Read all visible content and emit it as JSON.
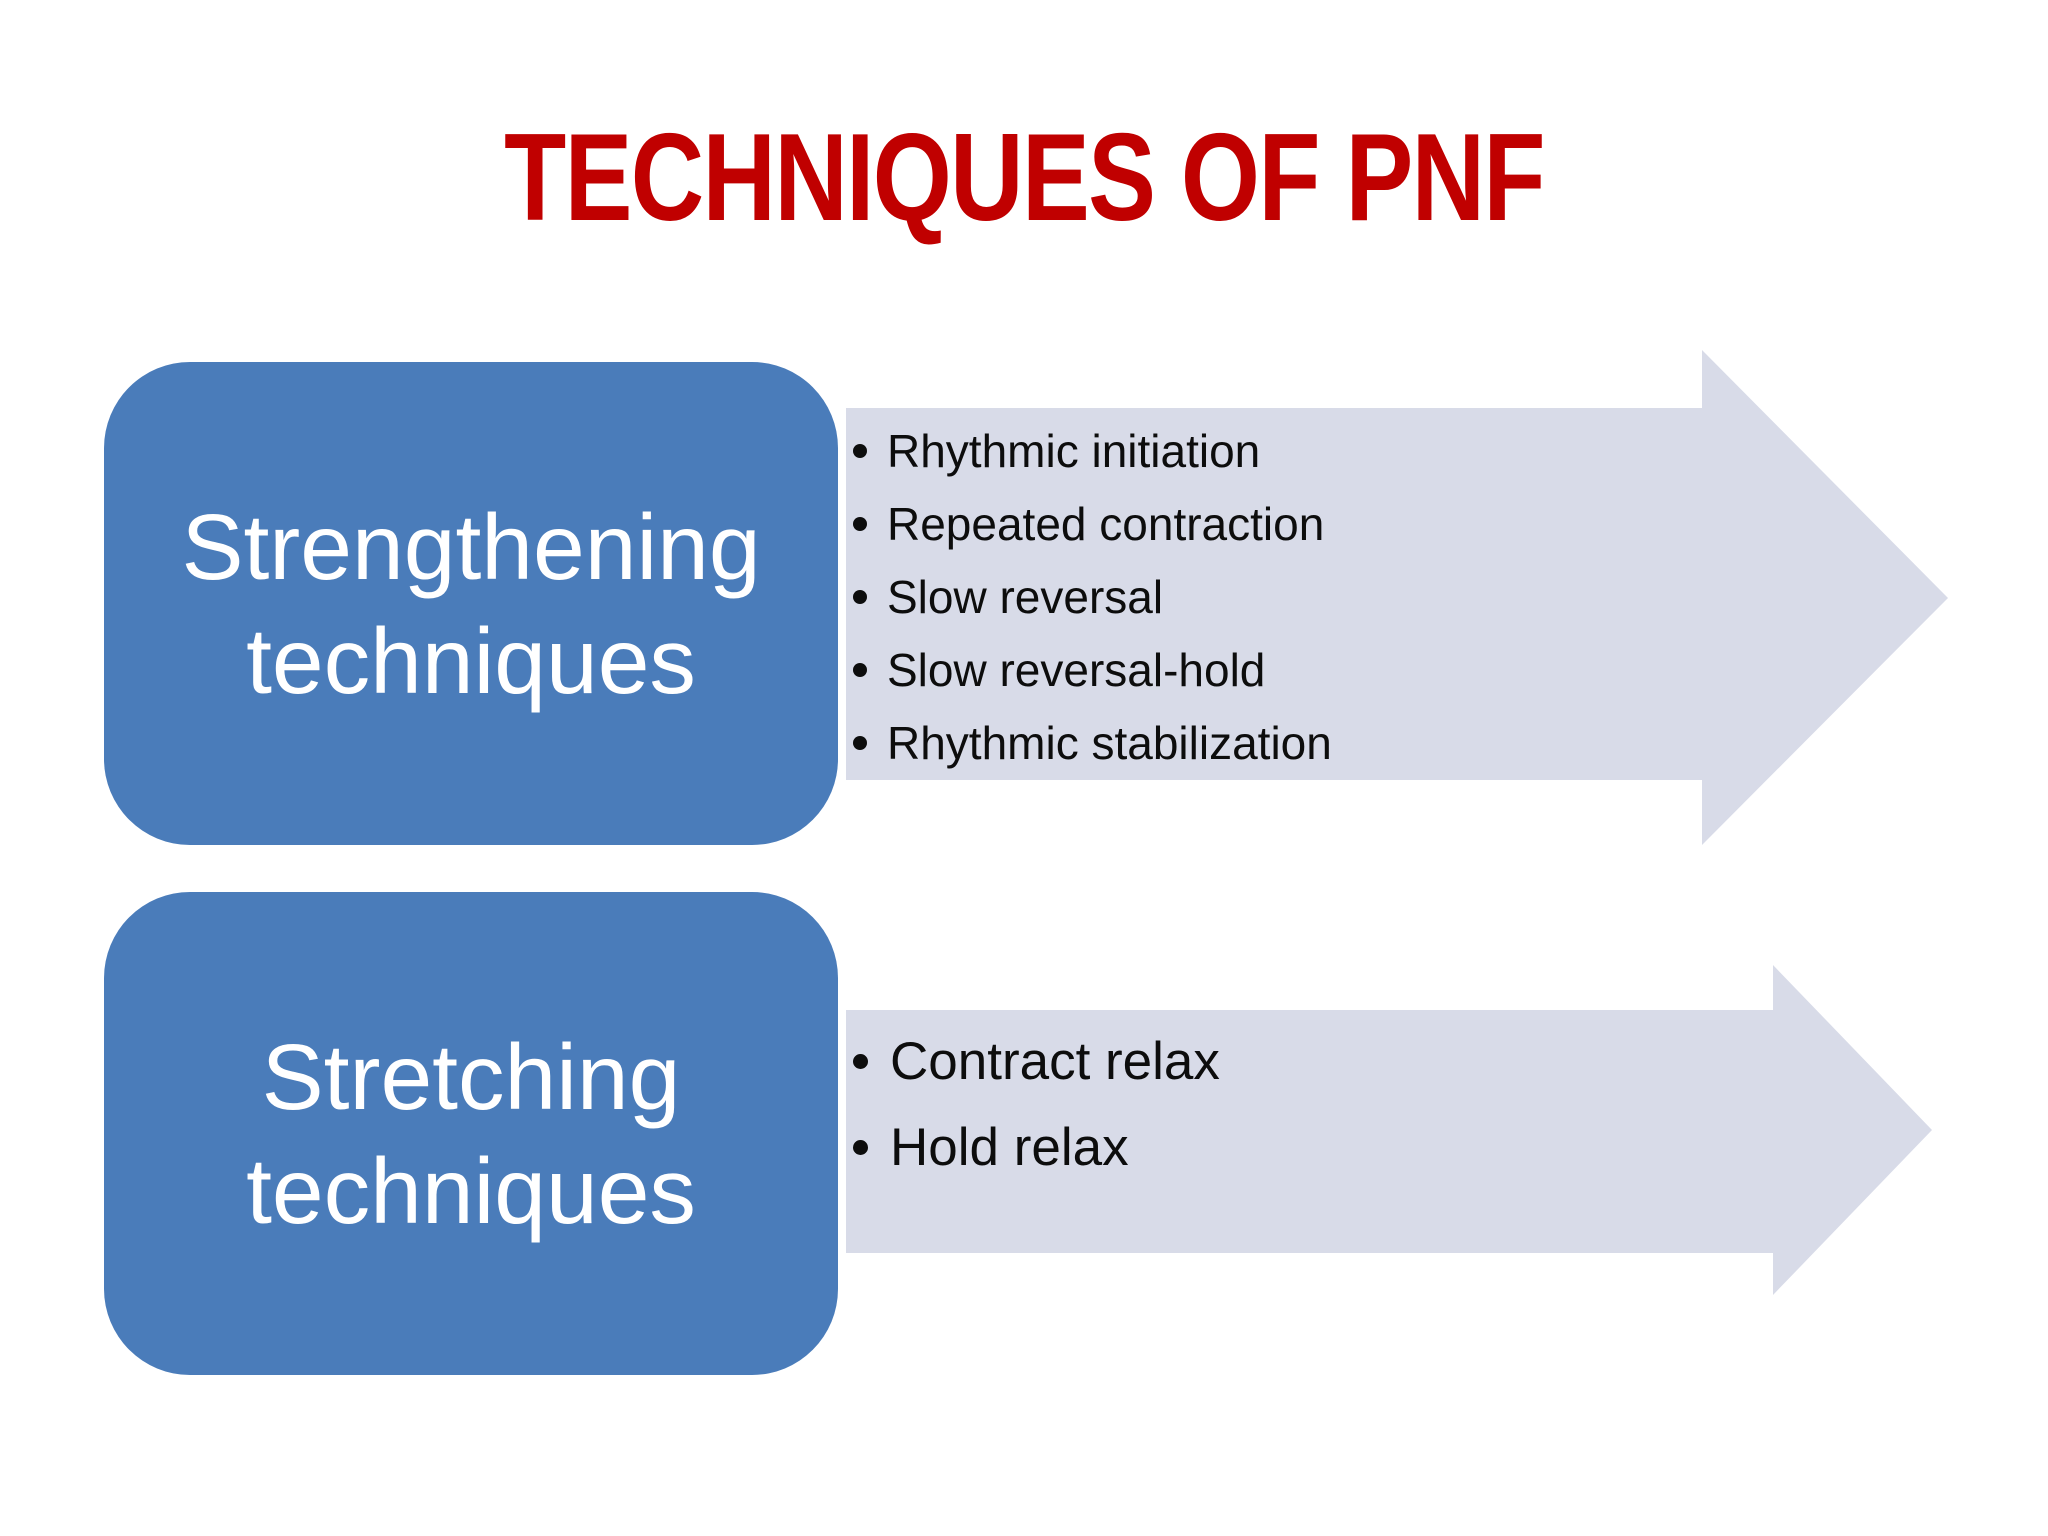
{
  "title": "TECHNIQUES OF PNF",
  "colors": {
    "title_red": "#c00000",
    "box_blue": "#4a7cba",
    "arrow_fill": "#d8dbe8",
    "bullet_text": "#0d0d0d",
    "box_text": "#ffffff",
    "background": "#ffffff"
  },
  "rows": [
    {
      "box_label": "Strengthening techniques",
      "bullets": [
        "Rhythmic initiation",
        "Repeated contraction",
        "Slow reversal",
        "Slow reversal-hold",
        "Rhythmic stabilization"
      ]
    },
    {
      "box_label": "Stretching techniques",
      "bullets": [
        "Contract relax",
        "Hold relax"
      ]
    }
  ]
}
